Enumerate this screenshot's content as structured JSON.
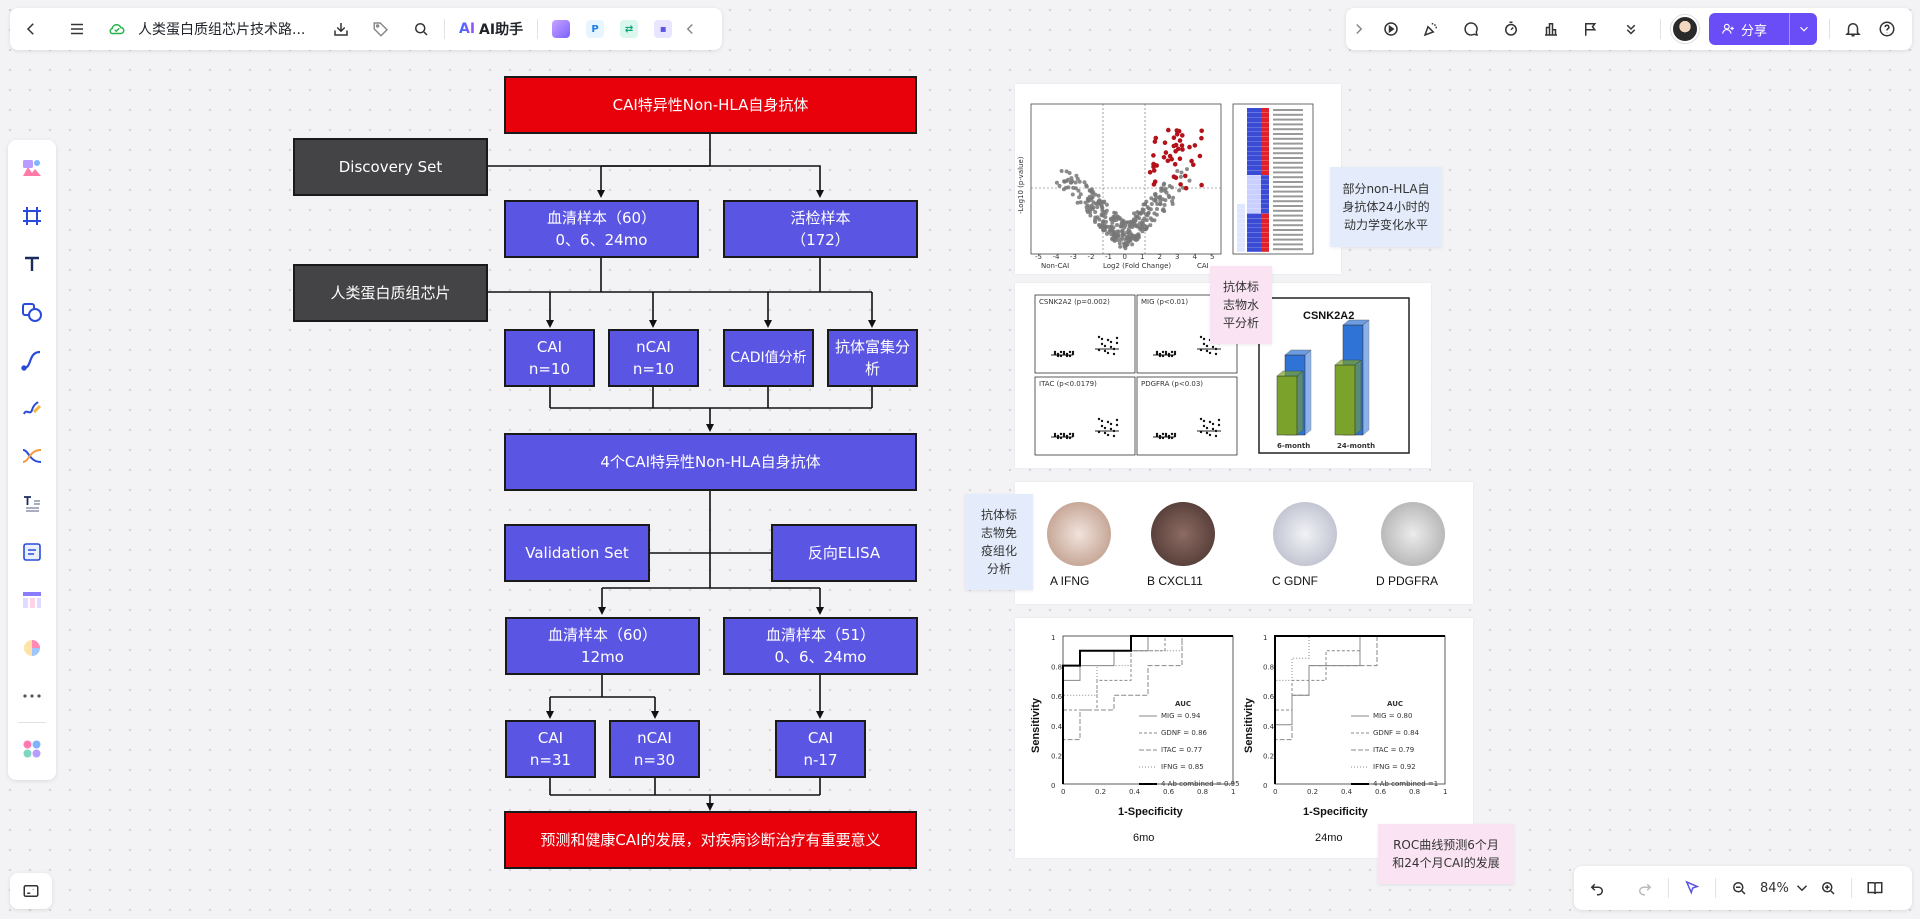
{
  "topbar": {
    "doc_title": "人类蛋白质组芯片技术路...",
    "ai_label": "AI助手",
    "ai_logo": "AI",
    "share_label": "分享",
    "plugin_icons": [
      "image-plugin-icon",
      "p-plugin-icon",
      "flow-plugin-icon",
      "chat-plugin-icon"
    ]
  },
  "zoom": {
    "level": "84%"
  },
  "flow": {
    "title": "CAI特异性Non-HLA自身抗体",
    "discovery": "Discovery Set",
    "proteome": "人类蛋白质组芯片",
    "serum1": "血清样本（60）\n0、6、24mo",
    "biopsy": "活检样本\n（172）",
    "cai1": "CAI\nn=10",
    "ncai1": "nCAI\nn=10",
    "cadi": "CADI值分析",
    "enrich": "抗体富集分\n析",
    "four": "4个CAI特异性Non-HLA自身抗体",
    "validation": "Validation Set",
    "elisa": "反向ELISA",
    "serum2": "血清样本（60）\n12mo",
    "serum3": "血清样本（51）\n0、6、24mo",
    "cai2": "CAI\nn=31",
    "ncai2": "nCAI\nn=30",
    "cai3": "CAI\nn-17",
    "result": "预测和健康CAI的发展，对疾病诊断治疗有重要意义"
  },
  "notes": {
    "n1": "部分non-HLA自\n身抗体24小时的\n动力学变化水平",
    "n2": "抗体标\n志物水\n平分析",
    "n3": "抗体标\n志物免\n疫组化\n分析",
    "n4": "ROC曲线预测6个月\n和24个月CAI的发展"
  },
  "fig_ihc": {
    "labels": [
      "A  IFNG",
      "B  CXCL11",
      "C  GDNF",
      "D  PDGFRA"
    ]
  },
  "fig_bar": {
    "title": "CSNK2A2",
    "xlabels": [
      "6-month",
      "24-month"
    ],
    "panels": [
      "CSNK2A2 (p=0.002)",
      "MIG (p<0.01)",
      "ITAC (p<0.0179)",
      "PDGFRA (p<0.03)"
    ]
  },
  "fig_roc": {
    "xlabel": "1-Specificity",
    "ylabel": "Sensitivity",
    "auc": "AUC",
    "left_caption": "6mo",
    "right_caption": "24mo",
    "left_legend": [
      "MIG = 0.94",
      "GDNF = 0.86",
      "ITAC = 0.77",
      "IFNG = 0.85",
      "4 Ab combined = 0.95"
    ],
    "right_legend": [
      "MIG = 0.80",
      "GDNF = 0.84",
      "ITAC = 0.79",
      "IFNG = 0.92",
      "4 Ab combined =1"
    ],
    "yticks": [
      "1",
      "0.8",
      "0.6",
      "0.4",
      "0.2",
      "0"
    ],
    "xticks": [
      "0",
      "0.2",
      "0.4",
      "0.6",
      "0.8",
      "1"
    ]
  },
  "fig_volcano": {
    "xlabel": "Log2 (Fold Change)",
    "ylabel": "-Log10 (p-value)",
    "left_group": "Non-CAI",
    "right_group": "CAI",
    "xticks": [
      "-5",
      "-4",
      "-3",
      "-2",
      "-1",
      "0",
      "1",
      "2",
      "3",
      "4",
      "5"
    ]
  }
}
